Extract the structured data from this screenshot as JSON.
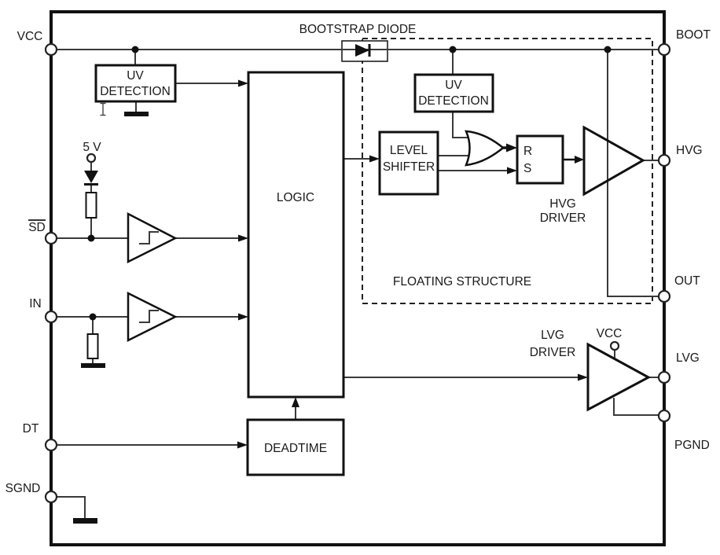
{
  "pins": {
    "left": [
      {
        "label": "VCC"
      },
      {
        "label": "SD",
        "overline": true
      },
      {
        "label": "IN"
      },
      {
        "label": "DT"
      },
      {
        "label": "SGND"
      }
    ],
    "right": [
      {
        "label": "BOOT"
      },
      {
        "label": "HVG"
      },
      {
        "label": "OUT"
      },
      {
        "label": "LVG"
      },
      {
        "label": "PGND"
      }
    ]
  },
  "blocks": {
    "uv_detection_left": {
      "line1": "UV",
      "line2": "DETECTION"
    },
    "uv_detection_floating": {
      "line1": "UV",
      "line2": "DETECTION"
    },
    "logic": {
      "label": "LOGIC"
    },
    "deadtime": {
      "label": "DEADTIME"
    },
    "level_shifter": {
      "line1": "LEVEL",
      "line2": "SHIFTER"
    },
    "rs_latch": {
      "r": "R",
      "s": "S"
    }
  },
  "drivers": {
    "hvg": {
      "line1": "HVG",
      "line2": "DRIVER"
    },
    "lvg": {
      "line1": "LVG",
      "line2": "DRIVER"
    },
    "lvg_supply": "VCC"
  },
  "annotations": {
    "bootstrap_diode": "BOOTSTRAP DIODE",
    "floating_structure": "FLOATING STRUCTURE",
    "pullup_voltage": "5 V"
  },
  "colors": {
    "ink": "#1a1a1a",
    "wire": "#3a3a3a",
    "background": "#ffffff"
  }
}
